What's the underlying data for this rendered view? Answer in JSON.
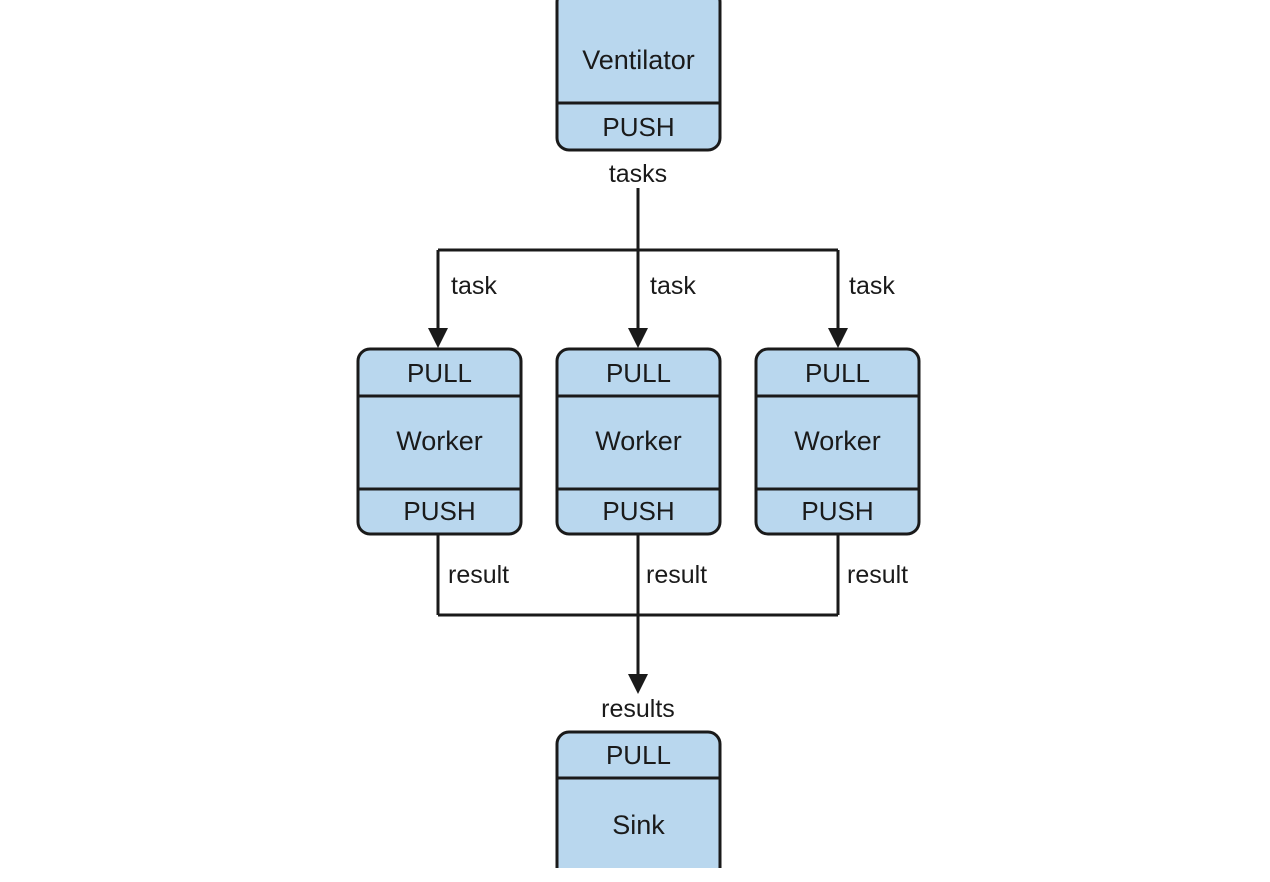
{
  "colors": {
    "box_fill": "#b9d7ee",
    "stroke": "#1a1a1a",
    "text": "#1a1a1a"
  },
  "nodes": {
    "ventilator": {
      "name": "Ventilator",
      "socket_bottom": "PUSH"
    },
    "workers": [
      {
        "socket_top": "PULL",
        "name": "Worker",
        "socket_bottom": "PUSH"
      },
      {
        "socket_top": "PULL",
        "name": "Worker",
        "socket_bottom": "PUSH"
      },
      {
        "socket_top": "PULL",
        "name": "Worker",
        "socket_bottom": "PUSH"
      }
    ],
    "sink": {
      "socket_top": "PULL",
      "name": "Sink"
    }
  },
  "edges": {
    "tasks_label": "tasks",
    "task_labels": [
      "task",
      "task",
      "task"
    ],
    "result_labels": [
      "result",
      "result",
      "result"
    ],
    "results_label": "results"
  }
}
